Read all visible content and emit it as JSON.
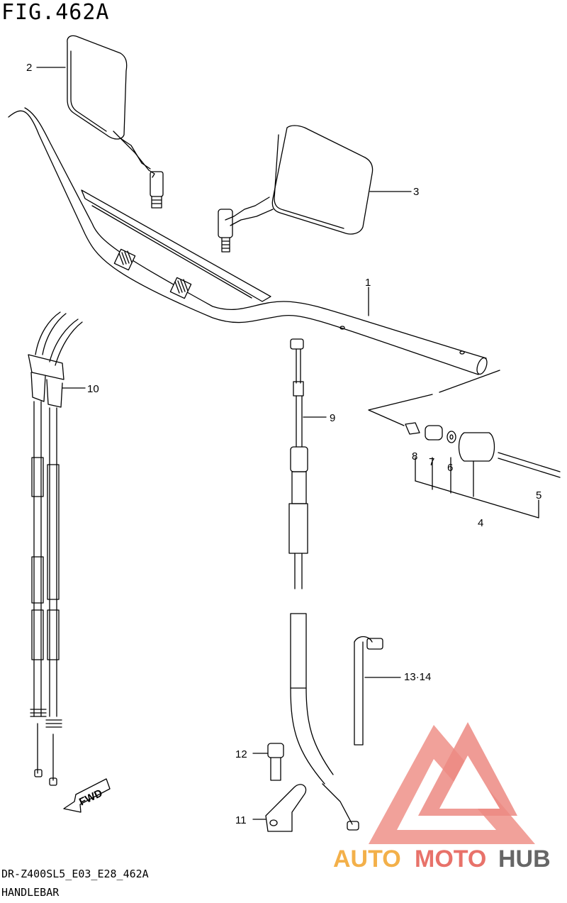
{
  "figure": {
    "title": "FIG.462A"
  },
  "callouts": {
    "c1": "1",
    "c2": "2",
    "c3": "3",
    "c4": "4",
    "c5": "5",
    "c6": "6",
    "c7": "7",
    "c8": "8",
    "c9": "9",
    "c10": "10",
    "c11": "11",
    "c12": "12",
    "c13_14": "13·14"
  },
  "fwd_label": "FWD",
  "footer": {
    "model_code": "DR-Z400SL5_E03_E28_462A",
    "section_name": "HANDLEBAR"
  },
  "watermark": {
    "part1": "AUTO",
    "part2": "MOTO",
    "part3": "HUB",
    "color_red": "#e8726a",
    "color_orange": "#f3b04a",
    "color_gray": "#666666"
  }
}
